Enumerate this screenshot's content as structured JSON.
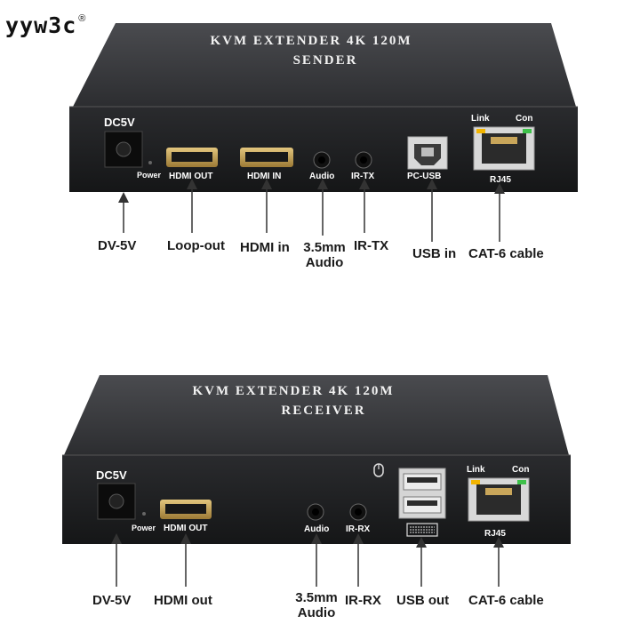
{
  "brand": {
    "name": "yyw3c",
    "mark": "®"
  },
  "sender": {
    "top_title": "KVM EXTENDER 4K 120M",
    "top_subtitle": "SENDER",
    "ports": {
      "dc": "DC5V",
      "power": "Power",
      "hdmi_out": "HDMI OUT",
      "hdmi_in": "HDMI IN",
      "audio": "Audio",
      "ir": "IR-TX",
      "usb": "PC-USB",
      "link": "Link",
      "con": "Con",
      "rj45": "RJ45"
    },
    "callouts": {
      "dc": "DV-5V",
      "loop": "Loop-out",
      "hdmi_in": "HDMI in",
      "audio_line1": "3.5mm",
      "audio_line2": "Audio",
      "ir": "IR-TX",
      "usb": "USB in",
      "cat6": "CAT-6 cable"
    }
  },
  "receiver": {
    "top_title": "KVM EXTENDER 4K 120M",
    "top_subtitle": "RECEIVER",
    "ports": {
      "dc": "DC5V",
      "power": "Power",
      "hdmi_out": "HDMI OUT",
      "audio": "Audio",
      "ir": "IR-RX",
      "link": "Link",
      "con": "Con",
      "rj45": "RJ45"
    },
    "callouts": {
      "dc": "DV-5V",
      "hdmi_out": "HDMI out",
      "audio_line1": "3.5mm",
      "audio_line2": "Audio",
      "ir": "IR-RX",
      "usb": "USB out",
      "cat6": "CAT-6 cable"
    }
  },
  "colors": {
    "case_top": "#3a3b3e",
    "case_front": "#1f2022",
    "port_gold": "#c9a65a",
    "text": "#1a1a1a"
  },
  "icons": [
    "mouse-icon",
    "keyboard-icon",
    "arrow-icon"
  ]
}
